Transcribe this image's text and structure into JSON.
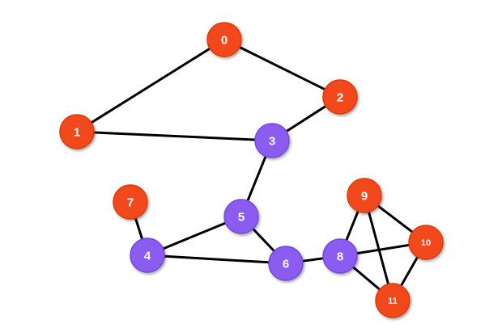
{
  "graph": {
    "colors": {
      "orange": "#f24a1a",
      "purple": "#8a5cf0",
      "edge": "#000000"
    },
    "nodes": [
      {
        "id": "0",
        "label": "0",
        "color": "orange"
      },
      {
        "id": "1",
        "label": "1",
        "color": "orange"
      },
      {
        "id": "2",
        "label": "2",
        "color": "orange"
      },
      {
        "id": "3",
        "label": "3",
        "color": "purple"
      },
      {
        "id": "4",
        "label": "4",
        "color": "purple"
      },
      {
        "id": "5",
        "label": "5",
        "color": "purple"
      },
      {
        "id": "6",
        "label": "6",
        "color": "purple"
      },
      {
        "id": "7",
        "label": "7",
        "color": "orange"
      },
      {
        "id": "8",
        "label": "8",
        "color": "purple"
      },
      {
        "id": "9",
        "label": "9",
        "color": "orange"
      },
      {
        "id": "10",
        "label": "10",
        "color": "orange"
      },
      {
        "id": "11",
        "label": "11",
        "color": "orange"
      }
    ],
    "edges": [
      [
        "0",
        "1"
      ],
      [
        "0",
        "2"
      ],
      [
        "1",
        "3"
      ],
      [
        "2",
        "3"
      ],
      [
        "3",
        "5"
      ],
      [
        "5",
        "4"
      ],
      [
        "5",
        "6"
      ],
      [
        "4",
        "6"
      ],
      [
        "4",
        "7"
      ],
      [
        "6",
        "8"
      ],
      [
        "8",
        "9"
      ],
      [
        "8",
        "10"
      ],
      [
        "8",
        "11"
      ],
      [
        "9",
        "10"
      ],
      [
        "9",
        "11"
      ],
      [
        "10",
        "11"
      ]
    ]
  }
}
